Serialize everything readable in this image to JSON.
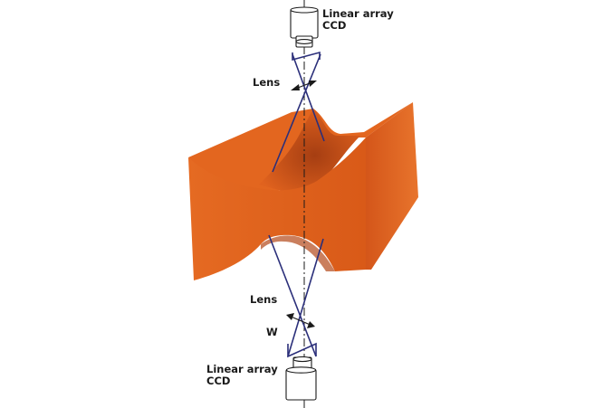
{
  "labels": {
    "top_ccd_line1": "Linear array",
    "top_ccd_line2": "CCD",
    "top_lens": "Lens",
    "bottom_lens": "Lens",
    "width_symbol": "W",
    "bottom_ccd_line1": "Linear array",
    "bottom_ccd_line2": "CCD"
  },
  "colors": {
    "workpiece": "#e0601d",
    "workpiece_dark": "#c44f16",
    "workpiece_shadow": "#9e3b12",
    "ray": "#2b2f7a",
    "axis": "#1a1a1a"
  }
}
